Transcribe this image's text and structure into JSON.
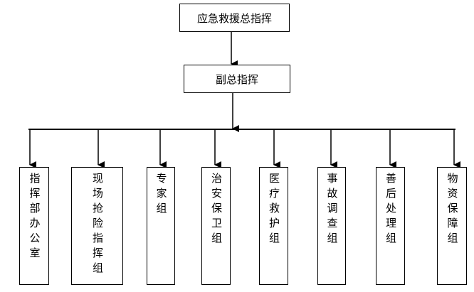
{
  "chart": {
    "top": "应急救援总指挥",
    "deputy": "副总指挥",
    "groups": [
      "指挥部办公室",
      "现场抢险指挥组",
      "专家组",
      "治安保卫组",
      "医疗救护组",
      "事故调查组",
      "善后处理组",
      "物资保障组"
    ]
  }
}
